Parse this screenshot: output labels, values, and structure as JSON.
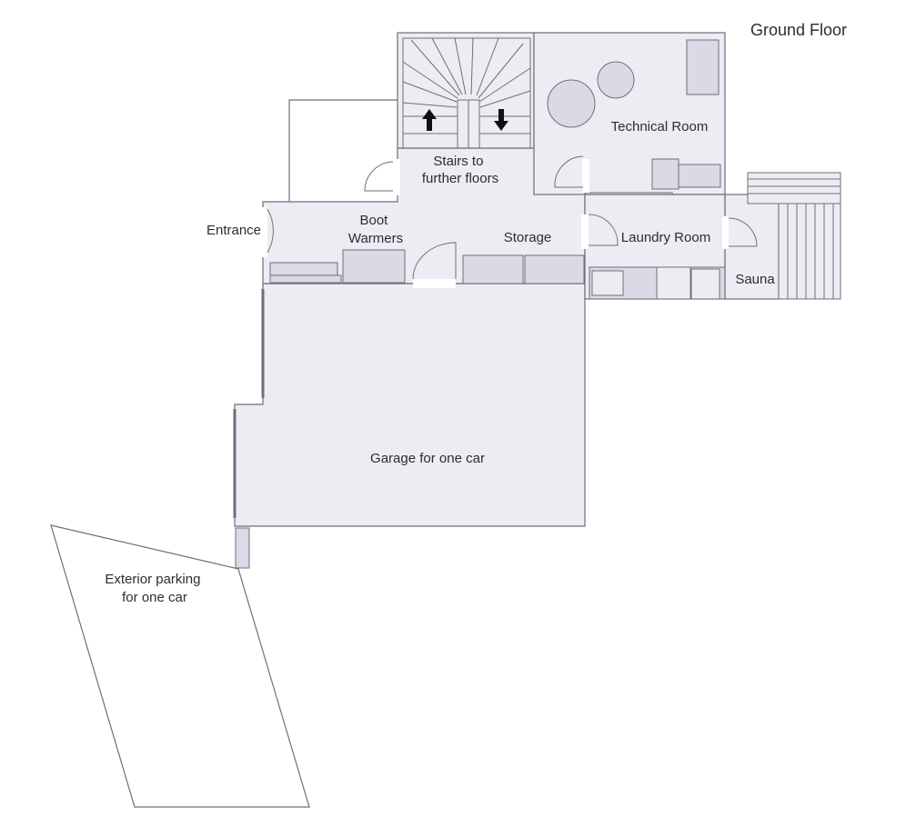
{
  "floor_title": "Ground Floor",
  "rooms": {
    "stairs": "Stairs to\nfurther floors",
    "technical": "Technical Room",
    "entrance": "Entrance",
    "boot_warmers": "Boot\nWarmers",
    "storage": "Storage",
    "laundry": "Laundry Room",
    "sauna": "Sauna",
    "garage": "Garage for one car",
    "exterior_parking": "Exterior parking\nfor one car"
  },
  "colors": {
    "room_fill": "#ececf3",
    "furniture_fill": "#d9dae6",
    "wall_stroke": "#6e6f78",
    "text": "#2b2d33"
  }
}
